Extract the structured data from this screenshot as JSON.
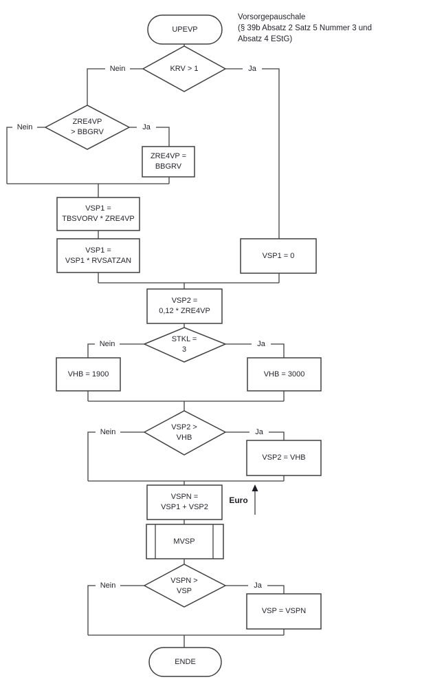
{
  "annotation": {
    "title_line1": "Vorsorgepauschale",
    "title_line2": "(§ 39b Absatz 2 Satz 5 Nummer 3 und",
    "title_line3": "Absatz 4 EStG)",
    "euro_label": "Euro"
  },
  "branch_labels": {
    "yes": "Ja",
    "no": "Nein"
  },
  "nodes": {
    "start": "UPEVP",
    "decision_krv": "KRV > 1",
    "decision_zre4vp": {
      "line1": "ZRE4VP",
      "line2": "> BBGRV"
    },
    "assign_zre4vp": {
      "line1": "ZRE4VP =",
      "line2": "BBGRV"
    },
    "calc_vsp1": {
      "line1": "VSP1 =",
      "line2": "TBSVORV * ZRE4VP"
    },
    "mult_vsp1": {
      "line1": "VSP1 =",
      "line2": "VSP1 * RVSATZAN"
    },
    "zero_vsp1": "VSP1 = 0",
    "calc_vsp2": {
      "line1": "VSP2 =",
      "line2": "0,12 * ZRE4VP"
    },
    "decision_stkl": {
      "line1": "STKL =",
      "line2": "3"
    },
    "vhb_1900": "VHB = 1900",
    "vhb_3000": "VHB = 3000",
    "decision_vsp2": {
      "line1": "VSP2 >",
      "line2": "VHB"
    },
    "cap_vsp2": "VSP2 = VHB",
    "sum_vspn": {
      "line1": "VSPN =",
      "line2": "VSP1 + VSP2"
    },
    "subroutine_mvsp": "MVSP",
    "decision_vspn": {
      "line1": "VSPN >",
      "line2": "VSP"
    },
    "assign_vsp": "VSP = VSPN",
    "end": "ENDE"
  },
  "colors": {
    "stroke": "#3f3f3f",
    "text": "#23232b",
    "background": "#ffffff"
  }
}
